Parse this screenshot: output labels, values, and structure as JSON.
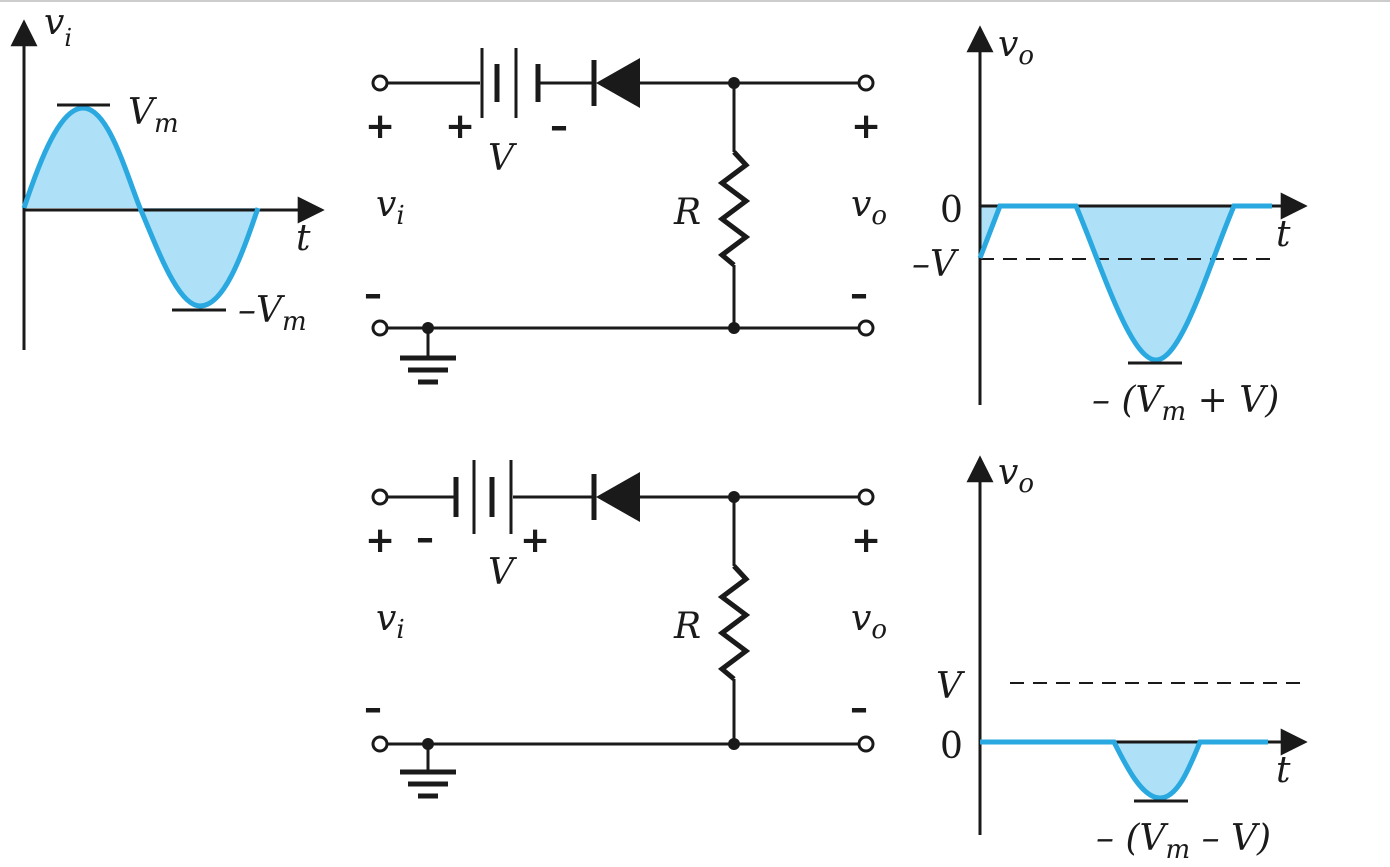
{
  "input_plot": {
    "y_label": "v",
    "y_label_sub": "i",
    "x_label": "t",
    "peak_label": "V",
    "peak_label_sub": "m",
    "trough_label": "–V",
    "trough_label_sub": "m"
  },
  "circuit_top": {
    "plus_in": "+",
    "minus_in": "–",
    "battery_plus": "+",
    "battery_minus": "–",
    "battery_label": "V",
    "resistor_label": "R",
    "vin_label": "v",
    "vin_sub": "i",
    "vout_label": "v",
    "vout_sub": "o",
    "plus_out": "+",
    "minus_out": "–"
  },
  "circuit_bottom": {
    "plus_in": "+",
    "minus_in": "–",
    "battery_minus": "–",
    "battery_plus": "+",
    "battery_label": "V",
    "resistor_label": "R",
    "vin_label": "v",
    "vin_sub": "i",
    "vout_label": "v",
    "vout_sub": "o",
    "plus_out": "+",
    "minus_out": "–"
  },
  "output_top": {
    "y_label": "v",
    "y_label_sub": "o",
    "x_label": "t",
    "zero_label": "0",
    "level_label": "–V",
    "trough_label_a": "– (V",
    "trough_label_sub": "m",
    "trough_label_b": " + V)"
  },
  "output_bottom": {
    "y_label": "v",
    "y_label_sub": "o",
    "x_label": "t",
    "zero_label": "0",
    "level_label": "V",
    "trough_label_a": "– (V",
    "trough_label_sub": "m",
    "trough_label_b": " – V)"
  },
  "colors": {
    "wave": "#2aa8e0",
    "fill": "#aee0f7",
    "ink": "#1a1a1a"
  }
}
